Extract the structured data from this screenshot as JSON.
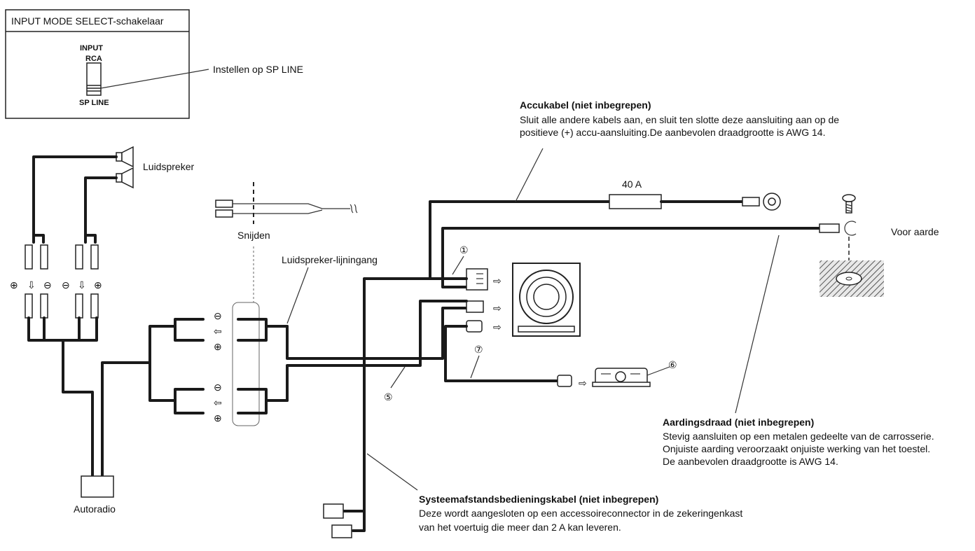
{
  "input_mode": {
    "title": "INPUT MODE SELECT-schakelaar",
    "switch_label": "INPUT",
    "position_top": "RCA",
    "position_bottom": "SP LINE",
    "callout": "Instellen op SP LINE"
  },
  "labels": {
    "speaker": "Luidspreker",
    "cut": "Snijden",
    "speaker_line_input": "Luidspreker-lijningang",
    "head_unit": "Autoradio",
    "fuse": "40 A",
    "ground_target": "Voor aarde",
    "marker_1": "①",
    "marker_5": "⑤",
    "marker_6": "⑥",
    "marker_7": "⑦"
  },
  "battery": {
    "title": "Accukabel (niet inbegrepen)",
    "line1": "Sluit alle andere kabels aan, en sluit ten slotte deze aansluiting aan op de",
    "line2": "positieve (+) accu-aansluiting.De aanbevolen draadgrootte is AWG 14."
  },
  "ground": {
    "title": "Aardingsdraad (niet inbegrepen)",
    "line1": "Stevig aansluiten op een metalen gedeelte van de carrosserie.",
    "line2": "Onjuiste aarding veroorzaakt onjuiste werking van het toestel.",
    "line3": "De aanbevolen draadgrootte is AWG 14."
  },
  "remote": {
    "title": "Systeemafstandsbedieningskabel (niet inbegrepen)",
    "line1": "Deze wordt aangesloten op een accessoireconnector in de zekeringenkast",
    "line2": "van het voertuig die meer dan 2 A kan leveren."
  },
  "symbols": {
    "plus": "⊕",
    "minus": "⊖",
    "arrow_down": "⇩",
    "arrow_left": "⇦",
    "arrow_right": "⇨"
  }
}
